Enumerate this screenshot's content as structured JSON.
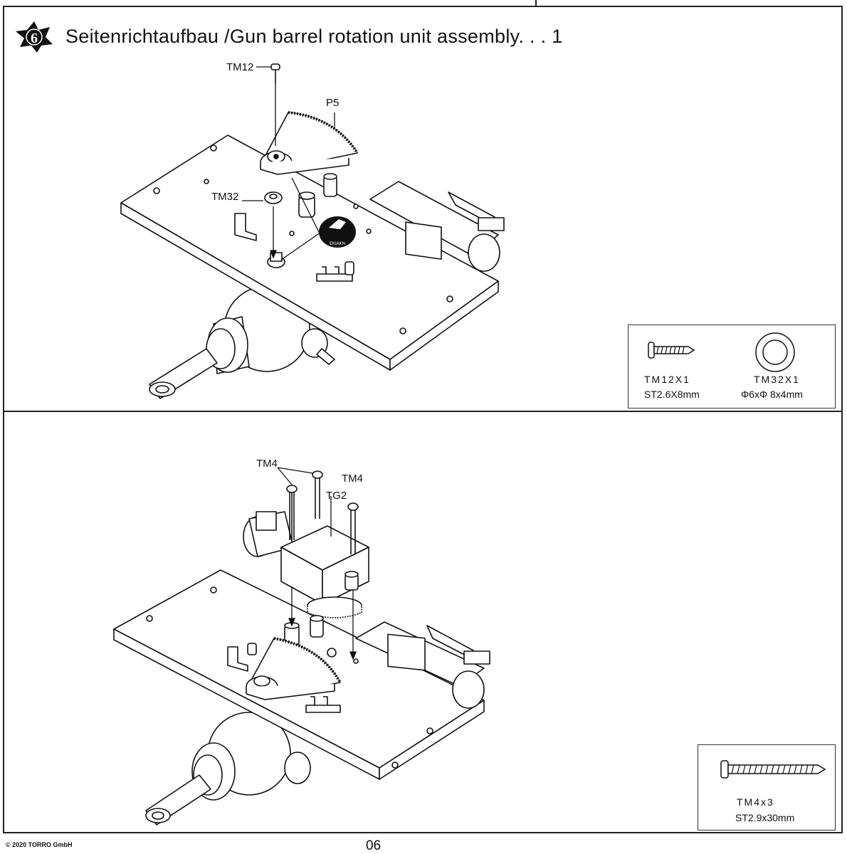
{
  "header": {
    "step_number": "6",
    "title": "Seitenrichtaufbau  /Gun barrel rotation unit assembly. . . 1"
  },
  "panel1": {
    "labels": {
      "tm12": "TM12",
      "p5": "P5",
      "tm32": "TM32"
    },
    "parts_box": {
      "screw_tag": "TM12X1",
      "screw_spec": "ST2.6X8mm",
      "washer_tag": "TM32X1",
      "washer_spec": "Φ6xΦ 8x4mm"
    }
  },
  "panel2": {
    "labels": {
      "tm4_left": "TM4",
      "tm4_right": "TM4",
      "tg2": "TG2"
    },
    "parts_box": {
      "screw_tag": "TM4x3",
      "screw_spec": "ST2.9x30mm"
    }
  },
  "footer": {
    "copyright": "© 2020 TORRO GmbH",
    "page": "06"
  },
  "colors": {
    "ink": "#111111",
    "paper": "#ffffff"
  }
}
